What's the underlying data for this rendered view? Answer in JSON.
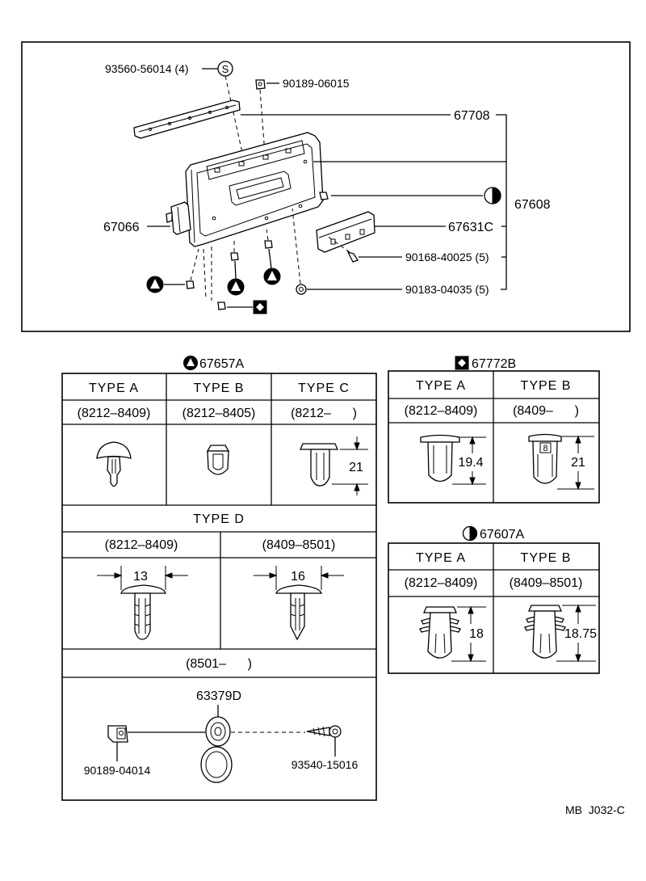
{
  "symbols": {
    "circle_s": "s-in-circle-symbol",
    "circle_triangle": "triangle-in-circle-symbol",
    "square_diamond": "square-diamond-symbol",
    "half_circle": "half-filled-circle-symbol"
  },
  "top_labels": {
    "p93560_56014": "93560-56014 (4)",
    "s_symbol": "S",
    "p90189_06015": "90189-06015",
    "p67708": "67708",
    "p67608": "67608",
    "p67066": "67066",
    "p67631c": "67631C",
    "p90168_40025": "90168-40025 (5)",
    "p90183_04035": "90183-04035 (5)"
  },
  "clip_67657a": {
    "title": "67657A",
    "types": [
      "TYPE A",
      "TYPE B",
      "TYPE C"
    ],
    "ranges": [
      "(8212–8409)",
      "(8212–8405)",
      "(8212–      )"
    ],
    "type_c_dim": "21",
    "type_d": "TYPE D",
    "type_d_ranges": [
      "(8212–8409)",
      "(8409–8501)"
    ],
    "type_d_dims": [
      "13",
      "16"
    ],
    "type_d_last_range": "(8501–      )",
    "p63379d": "63379D",
    "p90189_04014": "90189-04014",
    "p93540_15016": "93540-15016"
  },
  "clip_67772b": {
    "title": "67772B",
    "types": [
      "TYPE A",
      "TYPE B"
    ],
    "ranges": [
      "(8212–8409)",
      "(8409–      )"
    ],
    "dims": [
      "19.4",
      "21"
    ],
    "inner_mark": "8"
  },
  "clip_67607a": {
    "title": "67607A",
    "types": [
      "TYPE A",
      "TYPE B"
    ],
    "ranges": [
      "(8212–8409)",
      "(8409–8501)"
    ],
    "dims": [
      "18",
      "18.75"
    ]
  },
  "footer": "MB  J032-C"
}
